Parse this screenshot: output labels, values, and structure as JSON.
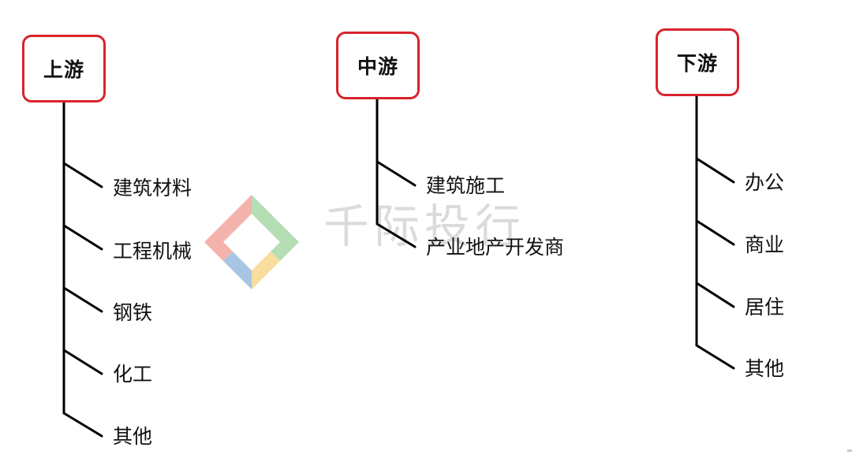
{
  "watermark": {
    "text": "千际投行",
    "logo_icon": "four-color-diamond-logo"
  },
  "columns": [
    {
      "title": "上游",
      "items": [
        "建筑材料",
        "工程机械",
        "钢铁",
        "化工",
        "其他"
      ]
    },
    {
      "title": "中游",
      "items": [
        "建筑施工",
        "产业地产开发商"
      ]
    },
    {
      "title": "下游",
      "items": [
        "办公",
        "商业",
        "居住",
        "其他"
      ]
    }
  ],
  "colors": {
    "box_border": "#d8232a",
    "line": "#000000",
    "watermark_text": "#cfcfcf",
    "logo_red": "#e8574a",
    "logo_green": "#5cb85c",
    "logo_blue": "#3b82c4",
    "logo_yellow": "#f0b429"
  }
}
